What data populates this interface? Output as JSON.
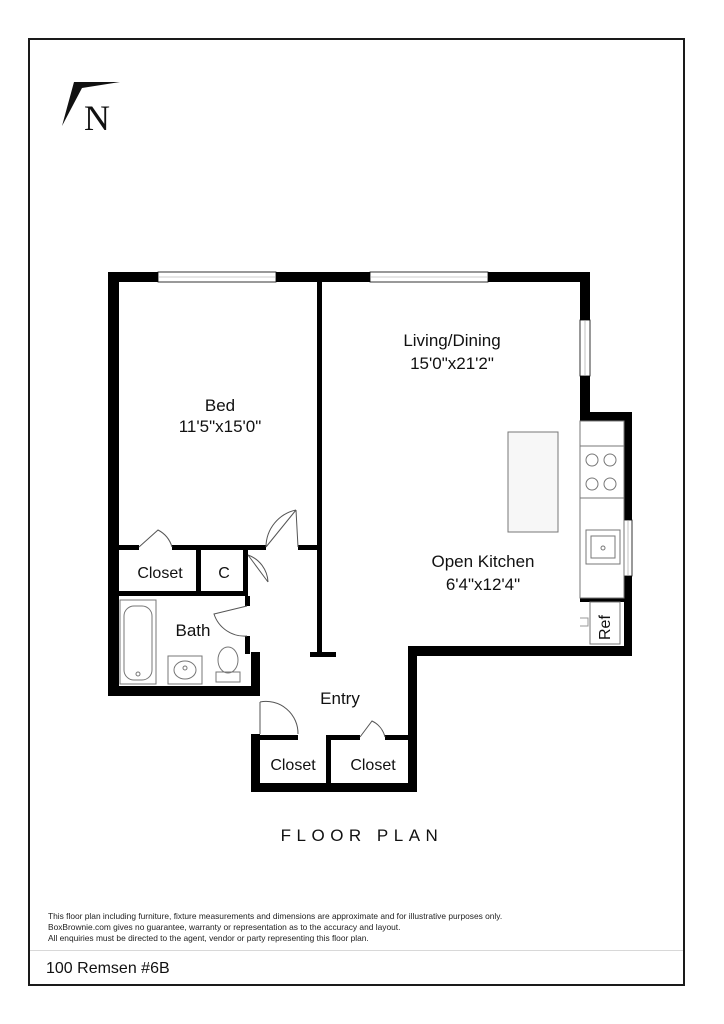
{
  "compass": {
    "letter": "N"
  },
  "rooms": {
    "bed": {
      "name": "Bed",
      "dimensions": "11'5\"x15'0\""
    },
    "living_dining": {
      "name": "Living/Dining",
      "dimensions": "15'0\"x21'2\""
    },
    "open_kitchen": {
      "name": "Open Kitchen",
      "dimensions": "6'4\"x12'4\""
    },
    "closet_bed": {
      "name": "Closet"
    },
    "closet_c": {
      "name": "C"
    },
    "bath": {
      "name": "Bath"
    },
    "entry": {
      "name": "Entry"
    },
    "closet_entry_left": {
      "name": "Closet"
    },
    "closet_entry_right": {
      "name": "Closet"
    },
    "ref": {
      "name": "Ref"
    }
  },
  "title": "FLOOR PLAN",
  "disclaimer": [
    "This floor plan including furniture, fixture measurements and dimensions are approximate and for illustrative purposes only.",
    "BoxBrownie.com gives no guarantee, warranty or representation as to the accuracy and layout.",
    "All enquiries must be directed to the agent, vendor or party representing this floor plan."
  ],
  "address": "100 Remsen #6B",
  "colors": {
    "wall": "#000000",
    "window": "#ffffff",
    "fixture_line": "#8a8a8a",
    "island": "#f5f5f5"
  }
}
